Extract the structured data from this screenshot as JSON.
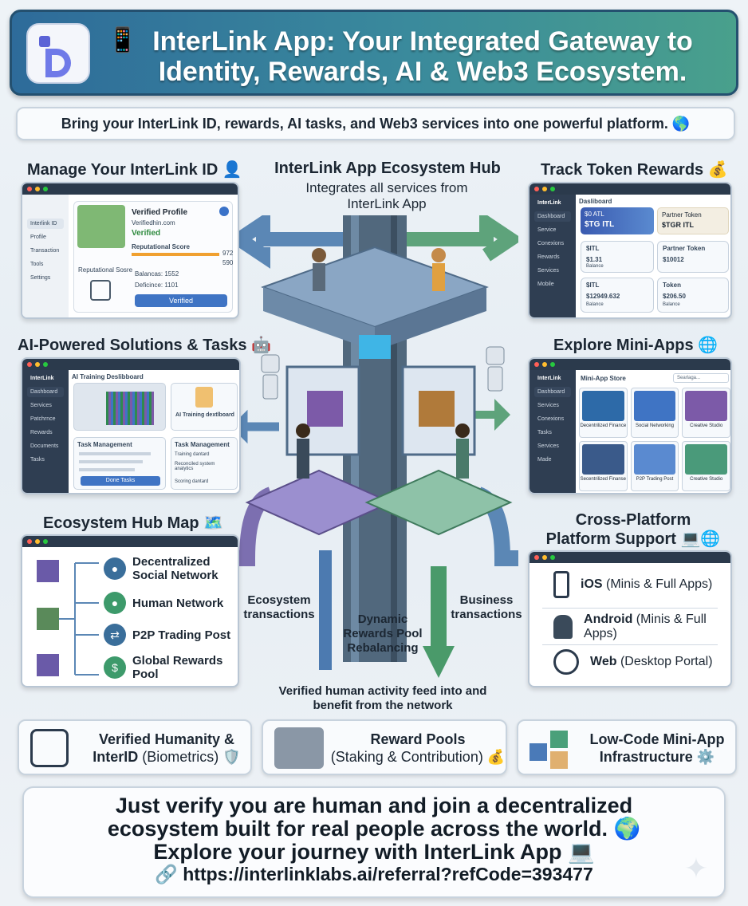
{
  "header": {
    "phone_emoji": "📱",
    "title": "InterLink App: Your Integrated Gateway to Identity, Rewards, AI & Web3 Ecosystem."
  },
  "subtitle": "Bring your InterLink ID, rewards, AI tasks, and Web3 services into one powerful platform. 🌎",
  "hub": {
    "title": "InterLink App Ecosystem Hub",
    "subtitle": "Integrates all services from InterLink App"
  },
  "manage_id": {
    "title": "Manage Your InterLink ID 👤",
    "sidebar": [
      "Interlink ID",
      "Profile",
      "Transaction",
      "Tools",
      "Settings"
    ],
    "profile_title": "Verified Profile",
    "email": "Verifiedhin.com",
    "verified_badge": "Verified",
    "rep_label": "Reputational Score",
    "rep_score_1": "972",
    "rep_score_2": "590",
    "rep_side_label": "Reputational Sosre",
    "balance": "Balancas: 1552",
    "deficit": "Deficince: 1101",
    "verified_button": "Verified"
  },
  "track_rewards": {
    "title": "Track Token Rewards 💰",
    "app_name": "InterLink",
    "dashboard": "Dasliboard",
    "sidebar": [
      "Dashboard",
      "Service",
      "Conexions",
      "Rewards",
      "Services",
      "Mobile"
    ],
    "tiles": [
      {
        "label": "$ITL",
        "value": "$1.31",
        "sub": "Balance"
      },
      {
        "label": "Partner Token",
        "value": "$10012",
        "sub": ""
      },
      {
        "label": "$ITL",
        "value": "$12949.632",
        "sub": "Balance"
      },
      {
        "label": "Token",
        "value": "$206.50",
        "sub": "Balance"
      }
    ],
    "banner_left": "$0 ATL",
    "banner_left_value": "$TG ITL",
    "banner_right": "Partner Token",
    "banner_right_value": "$TGR ITL"
  },
  "ai": {
    "title": "AI-Powered Solutions & Tasks 🤖",
    "app_name": "InterLink",
    "dashboard": "AI Training Deslibboard",
    "sidebar": [
      "Dashboard",
      "Services",
      "Patchrnce",
      "Rewards",
      "Documents",
      "Tasks"
    ],
    "doc_label": "AI Training dextlboard",
    "task_mgmt": "Task Management",
    "task_mgmt_2": "Task Management",
    "tasks": [
      "Training dantard",
      "Reconciled system analytics",
      "Scoring dantard"
    ],
    "button": "Done Tasks"
  },
  "mini_apps": {
    "title": "Explore Mini-Apps 🌐",
    "app_name": "InterLink",
    "store": "Mini-App Store",
    "search": "Searlaga...",
    "sidebar": [
      "Dashboard",
      "Services",
      "Conexions",
      "Tasks",
      "Services",
      "Made"
    ],
    "apps": [
      "Decentrilized Finance",
      "Social Networking",
      "Creative Studio",
      "Secentrilized Finanse",
      "P2P Trading Post",
      "Creative Studio"
    ]
  },
  "hub_map": {
    "title": "Ecosystem Hub Map 🗺️",
    "nodes": [
      "Decentralized Social Network",
      "Human Network",
      "P2P Trading Post",
      "Global Rewards Pool"
    ]
  },
  "cross_platform": {
    "title": "Cross-Platform Platform Support 💻🌐",
    "platforms": [
      {
        "name": "iOS",
        "detail": "(Minis & Full Apps)"
      },
      {
        "name": "Android",
        "detail": "(Minis & Full Apps)"
      },
      {
        "name": "Web",
        "detail": "(Desktop Portal)"
      }
    ]
  },
  "flow_labels": {
    "ecosystem": "Ecosystem transactions",
    "dynamic": "Dynamic Rewards Pool Rebalancing",
    "business": "Business transactions",
    "verified_feed": "Verified human activity feed into and benefit from the network"
  },
  "bottom_cards": [
    {
      "title": "Verified Humanity &",
      "title2": "InterID",
      "detail": "(Biometrics) 🛡️"
    },
    {
      "title": "Reward Pools",
      "detail": "(Staking & Contribution) 💰"
    },
    {
      "title": "Low-Code Mini-App",
      "title2": "Infrastructure ⚙️"
    }
  ],
  "footer": {
    "line1": "Just verify you are human and join a decentralized",
    "line2": "ecosystem built for real people across the world. 🌍",
    "line3": "Explore your journey with InterLink App 💻",
    "url": "🔗 https://interlinklabs.ai/referral?refCode=393477"
  },
  "colors": {
    "header_start": "#2e6b9a",
    "header_end": "#49a08c",
    "accent_blue": "#3a6e9a",
    "accent_green": "#3d9a6b",
    "arrow_blue": "#5b87b5",
    "arrow_green": "#5ea37b",
    "arrow_purple": "#7c6fb0"
  }
}
